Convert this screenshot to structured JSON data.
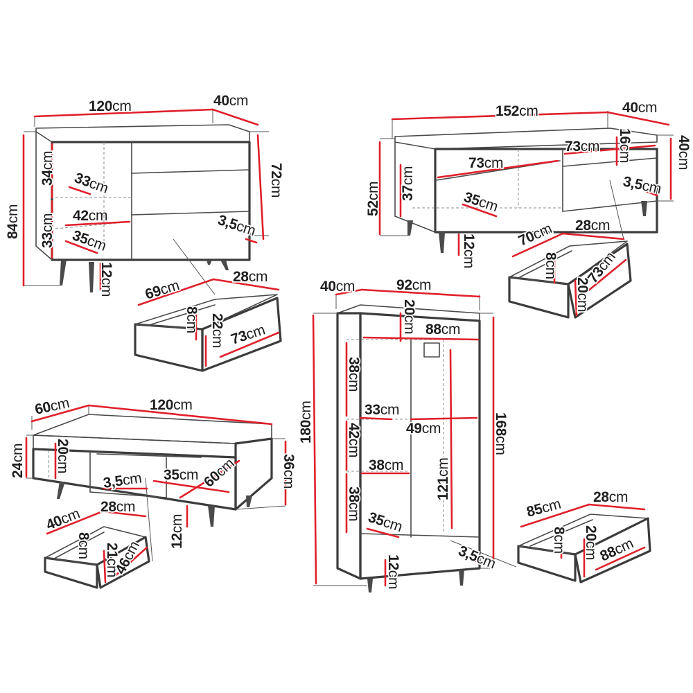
{
  "sideboard": {
    "width": "120",
    "depth": "40",
    "height_total": "84",
    "height_body": "72",
    "shelf_upper": "34",
    "shelf_lower": "33",
    "shelf_depth": "33",
    "inner_width": "42",
    "inner_depth": "35",
    "leg_height": "12",
    "thickness": "3,5",
    "drawer": {
      "front": "69",
      "width": "28",
      "height": "8",
      "side": "22",
      "depth": "73"
    }
  },
  "tv_stand": {
    "width": "152",
    "depth": "40",
    "height": "52",
    "side_height": "40",
    "compartment_height": "37",
    "compartment_width": "73",
    "top_width": "73",
    "top_height": "16",
    "inner_depth": "35",
    "thickness": "3,5",
    "leg_height": "12",
    "drawer": {
      "front": "70",
      "width": "28",
      "height": "8",
      "side": "20",
      "depth": "73"
    }
  },
  "coffee_table": {
    "depth": "60",
    "width": "120",
    "height_inner": "24",
    "height_total": "36",
    "drawer_height": "20",
    "thickness": "3,5",
    "inner_depth": "35",
    "inner_width": "60",
    "leg_height": "12",
    "drawer": {
      "front": "40",
      "width": "28",
      "height": "8",
      "side": "21",
      "depth": "46"
    }
  },
  "wardrobe": {
    "depth": "40",
    "width": "92",
    "height_total": "180",
    "height_body": "168",
    "top_height": "20",
    "inner_width": "88",
    "shelf1": "38",
    "shelf2": "42",
    "shelf3": "38",
    "shelf_depth": "33",
    "half_width": "49",
    "shelf_width": "38",
    "door_height": "121",
    "inner_depth": "35",
    "thickness": "3,5",
    "leg_height": "12",
    "drawer": {
      "front": "85",
      "width": "28",
      "height": "8",
      "side": "20",
      "depth": "88"
    }
  },
  "unit": "cm"
}
